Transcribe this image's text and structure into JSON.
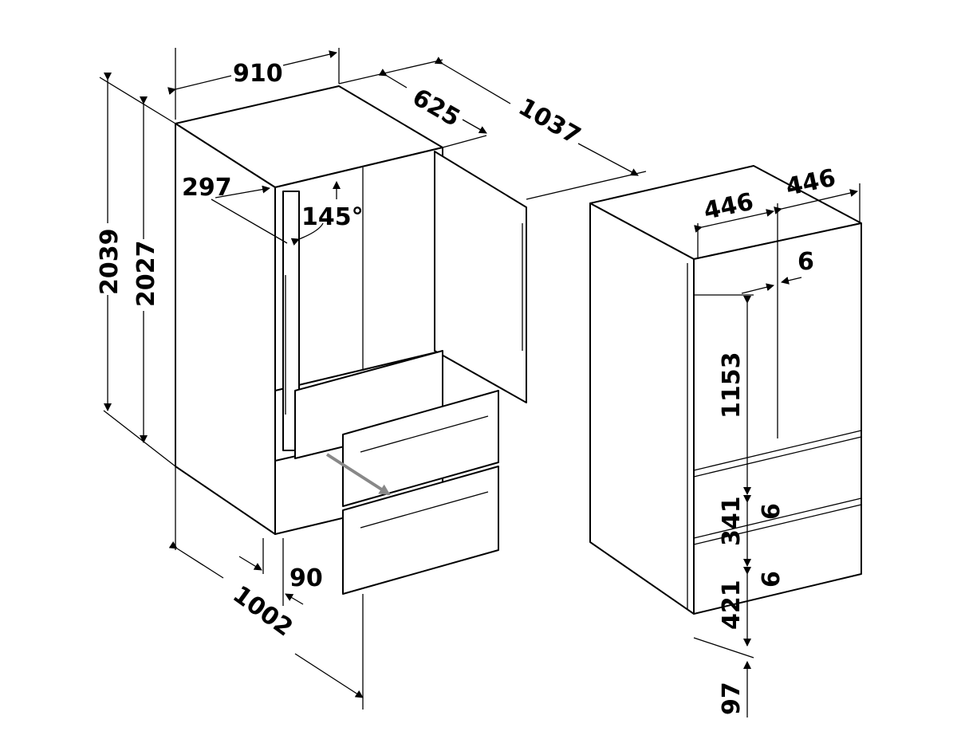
{
  "left_unit": {
    "width": "910",
    "depth_body": "625",
    "depth_door_open": "1037",
    "door_offset": "297",
    "door_angle": "145°",
    "height_total": "2039",
    "height_body": "2027",
    "drawer_offset": "90",
    "depth_drawer_open": "1002"
  },
  "right_unit": {
    "door_width_left": "446",
    "door_width_right": "446",
    "door_gap": "6",
    "height_upper": "1153",
    "gap_1": "6",
    "height_drawer_1": "341",
    "gap_2": "6",
    "height_drawer_2": "421",
    "plinth": "97"
  }
}
